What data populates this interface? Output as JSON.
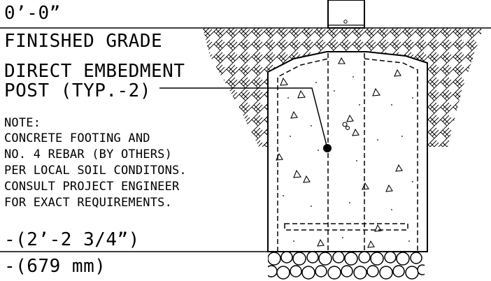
{
  "labels": {
    "elevation_top": "0’-0”",
    "finished_grade": "FINISHED GRADE",
    "embed_line1": "DIRECT EMBEDMENT",
    "embed_line2": "POST (TYP.-2)",
    "note_title": "NOTE:",
    "note_lines": [
      "CONCRETE FOOTING AND",
      "NO. 4 REBAR (BY OTHERS)",
      "PER LOCAL SOIL CONDITONS.",
      "CONSULT PROJECT ENGINEER",
      "FOR EXACT REQUIREMENTS."
    ],
    "depth_imperial": "-(2’-2 3/4”)",
    "depth_metric": "-(679 mm)"
  },
  "colors": {
    "ink": "#000000",
    "background": "#ffffff"
  }
}
